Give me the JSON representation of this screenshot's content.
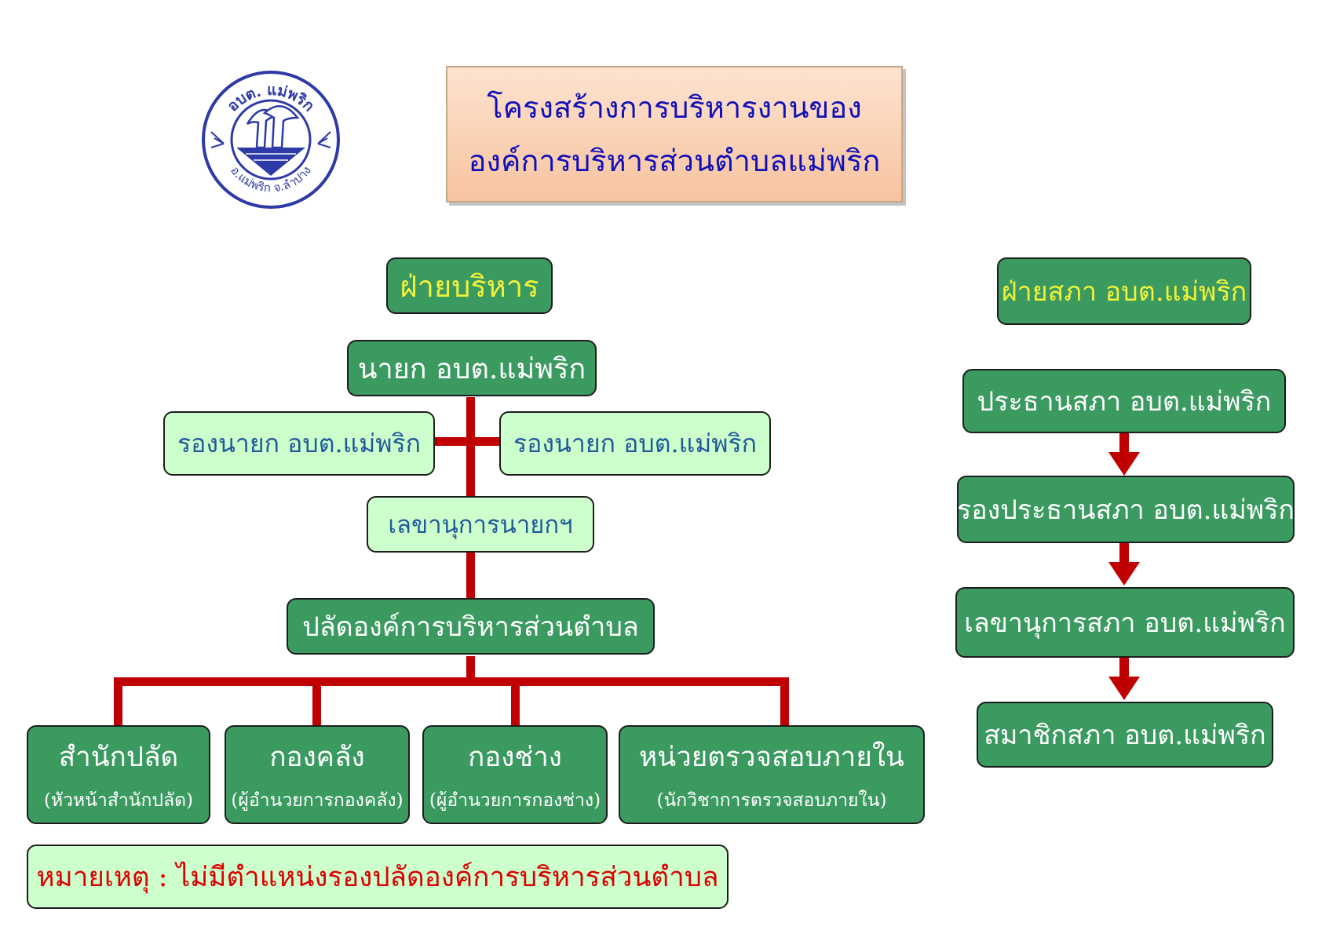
{
  "logo": {
    "top_text": "อบต. แม่พริก",
    "bottom_text": "อ.แม่พริก  จ.ลำปาง",
    "color": "#2d3aa8"
  },
  "title": {
    "line1": "โครงสร้างการบริหารงานของ",
    "line2": "องค์การบริหารส่วนตำบลแม่พริก"
  },
  "executive": {
    "header": "ฝ่ายบริหาร",
    "mayor": "นายก อบต.แม่พริก",
    "deputy_left": "รองนายก อบต.แม่พริก",
    "deputy_right": "รองนายก อบต.แม่พริก",
    "secretary": "เลขานุการนายกฯ",
    "permanent_secretary": "ปลัดองค์การบริหารส่วนตำบล",
    "departments": [
      {
        "name": "สำนักปลัด",
        "head": "(หัวหน้าสำนักปลัด)"
      },
      {
        "name": "กองคลัง",
        "head": "(ผู้อำนวยการกองคลัง)"
      },
      {
        "name": "กองช่าง",
        "head": "(ผู้อำนวยการกองช่าง)"
      },
      {
        "name": "หน่วยตรวจสอบภายใน",
        "head": "(นักวิชาการตรวจสอบภายใน)"
      }
    ],
    "note": "หมายเหตุ : ไม่มีตำแหน่งรองปลัดองค์การบริหารส่วนตำบล"
  },
  "council": {
    "header": "ฝ่ายสภา อบต.แม่พริก",
    "positions": [
      "ประธานสภา อบต.แม่พริก",
      "รองประธานสภา อบต.แม่พริก",
      "เลขานุการสภา อบต.แม่พริก",
      "สมาชิกสภา อบต.แม่พริก"
    ]
  },
  "colors": {
    "box_dark": "#3a9a60",
    "box_light": "#ccffcc",
    "connector": "#c00000",
    "header_text": "#f2f23a",
    "title_text": "#1010bb",
    "note_text": "#dd0000"
  }
}
